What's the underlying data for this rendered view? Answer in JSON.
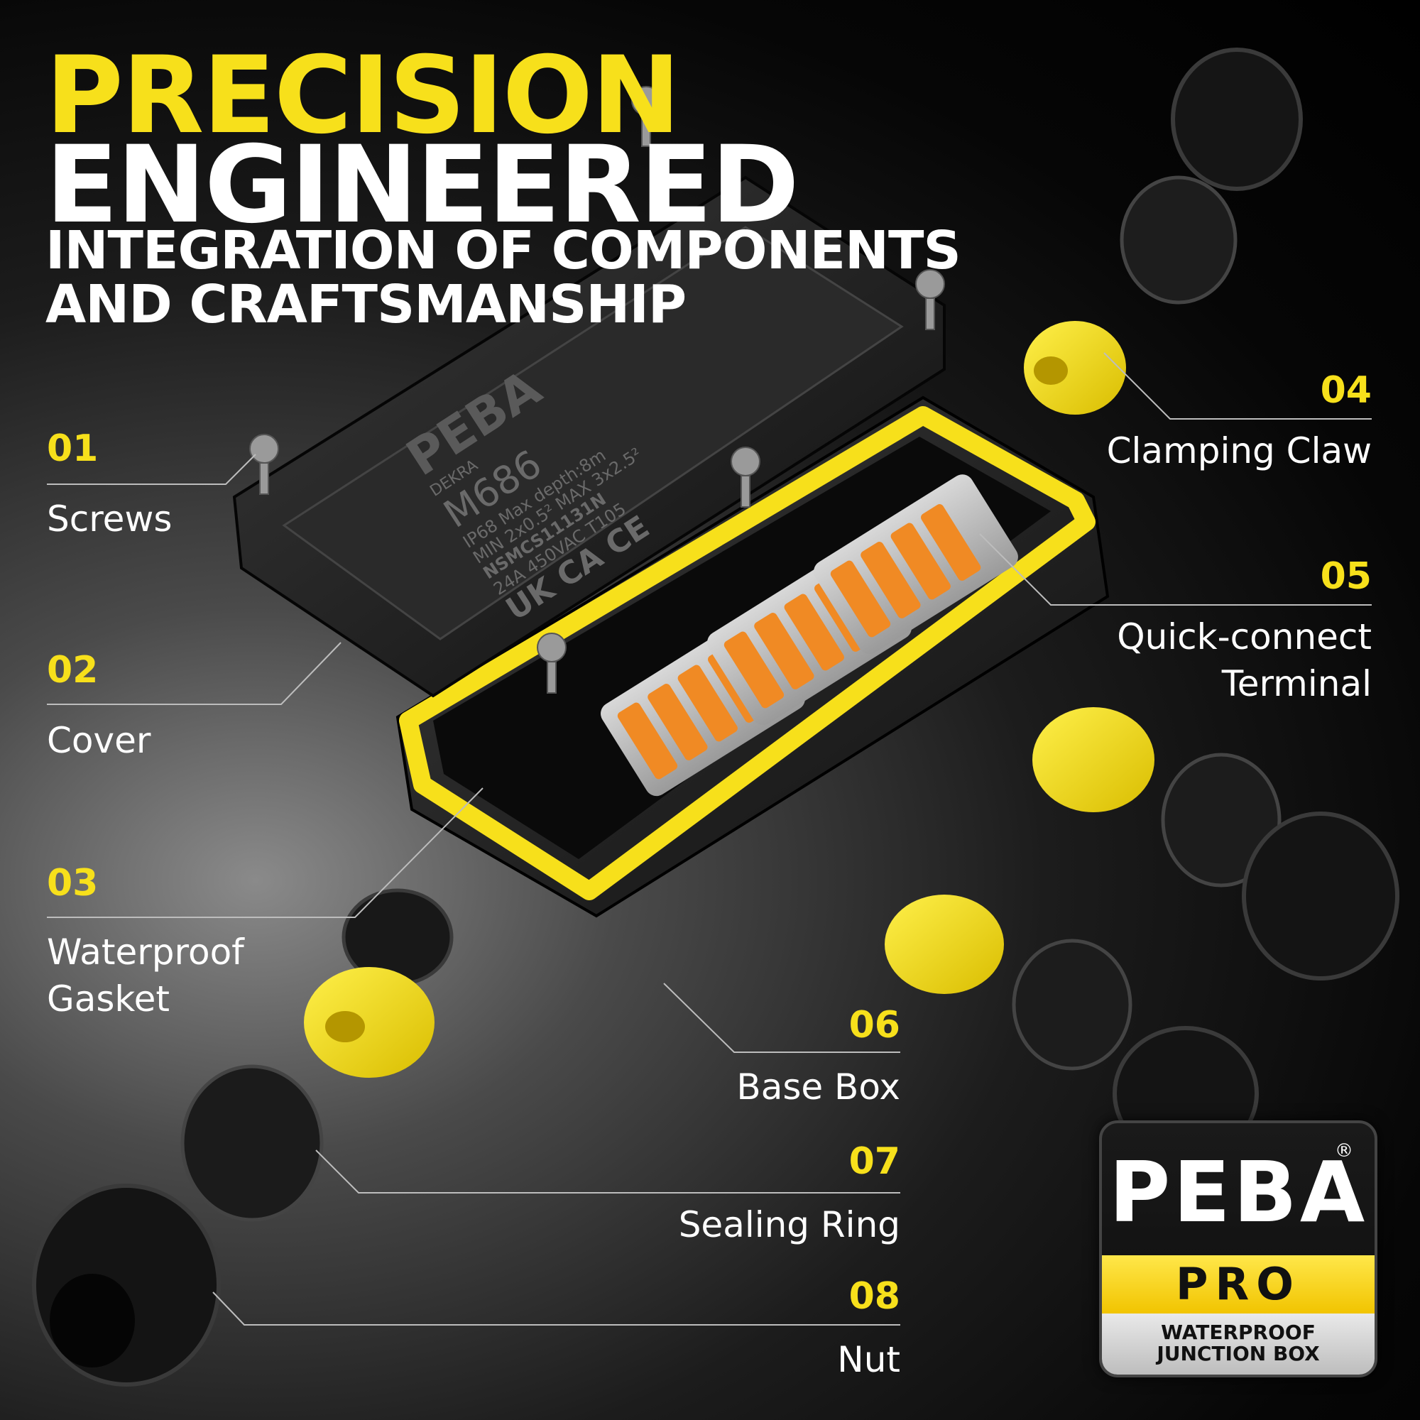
{
  "headline": {
    "line1": "PRECISION",
    "line2": "ENGINEERED",
    "sub1": "INTEGRATION OF COMPONENTS",
    "sub2": "AND CRAFTSMANSHIP"
  },
  "callouts": [
    {
      "num": "01",
      "label": "Screws"
    },
    {
      "num": "02",
      "label": "Cover"
    },
    {
      "num": "03",
      "label": "Waterproof Gasket"
    },
    {
      "num": "04",
      "label": "Clamping Claw"
    },
    {
      "num": "05",
      "label": "Quick-connect Terminal"
    },
    {
      "num": "06",
      "label": "Base Box"
    },
    {
      "num": "07",
      "label": "Sealing Ring"
    },
    {
      "num": "08",
      "label": "Nut"
    }
  ],
  "cover_text": {
    "brand": "PEBA",
    "model": "M686",
    "cert": "DEKRA",
    "spec1": "IP68 Max depth:8m",
    "spec2": "MIN 2x0.5² MAX 3x2.5²",
    "part": "NSMCS11131N",
    "rating": "24A 450VAC T105",
    "marks": "UK CA  CE"
  },
  "logo": {
    "word": "PEBA",
    "reg": "®",
    "tier": "PRO",
    "line1": "WATERPROOF",
    "line2": "JUNCTION BOX"
  },
  "colors": {
    "accent": "#f7e01b",
    "background": "#000000",
    "text": "#ffffff",
    "terminal_orange": "#f08a24"
  }
}
